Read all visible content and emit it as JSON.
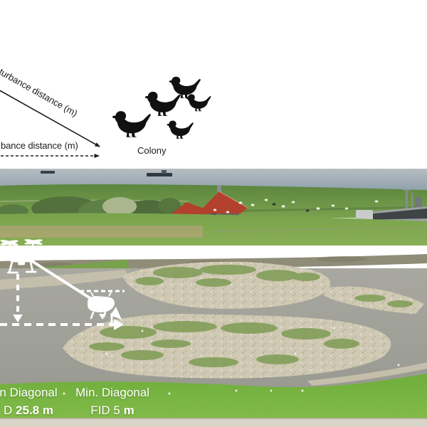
{
  "figure": {
    "top_diagram": {
      "solid_arrow_label": "sturbance distance (m)",
      "dashed_arrow_label": "bance distance (m)",
      "colony_label": "Colony"
    },
    "captions": {
      "left": {
        "line1": "n Diagonal",
        "line2_prefix": "D ",
        "line2_bold": "25.8 m"
      },
      "right": {
        "line1": "Min. Diagonal",
        "line2_prefix": "FID 5 ",
        "line2_bold": "m"
      }
    },
    "colors": {
      "diagram_black": "#1b1b1b",
      "annotation_white": "#ffffff",
      "sea": "#97a5af",
      "dike_green": "#6b9346",
      "field_green": "#7ca64f",
      "roof_red": "#b2402c",
      "water_gray": "#a2a39a",
      "sand": "#cfc8b3",
      "foreground_green": "#74b13e"
    }
  }
}
